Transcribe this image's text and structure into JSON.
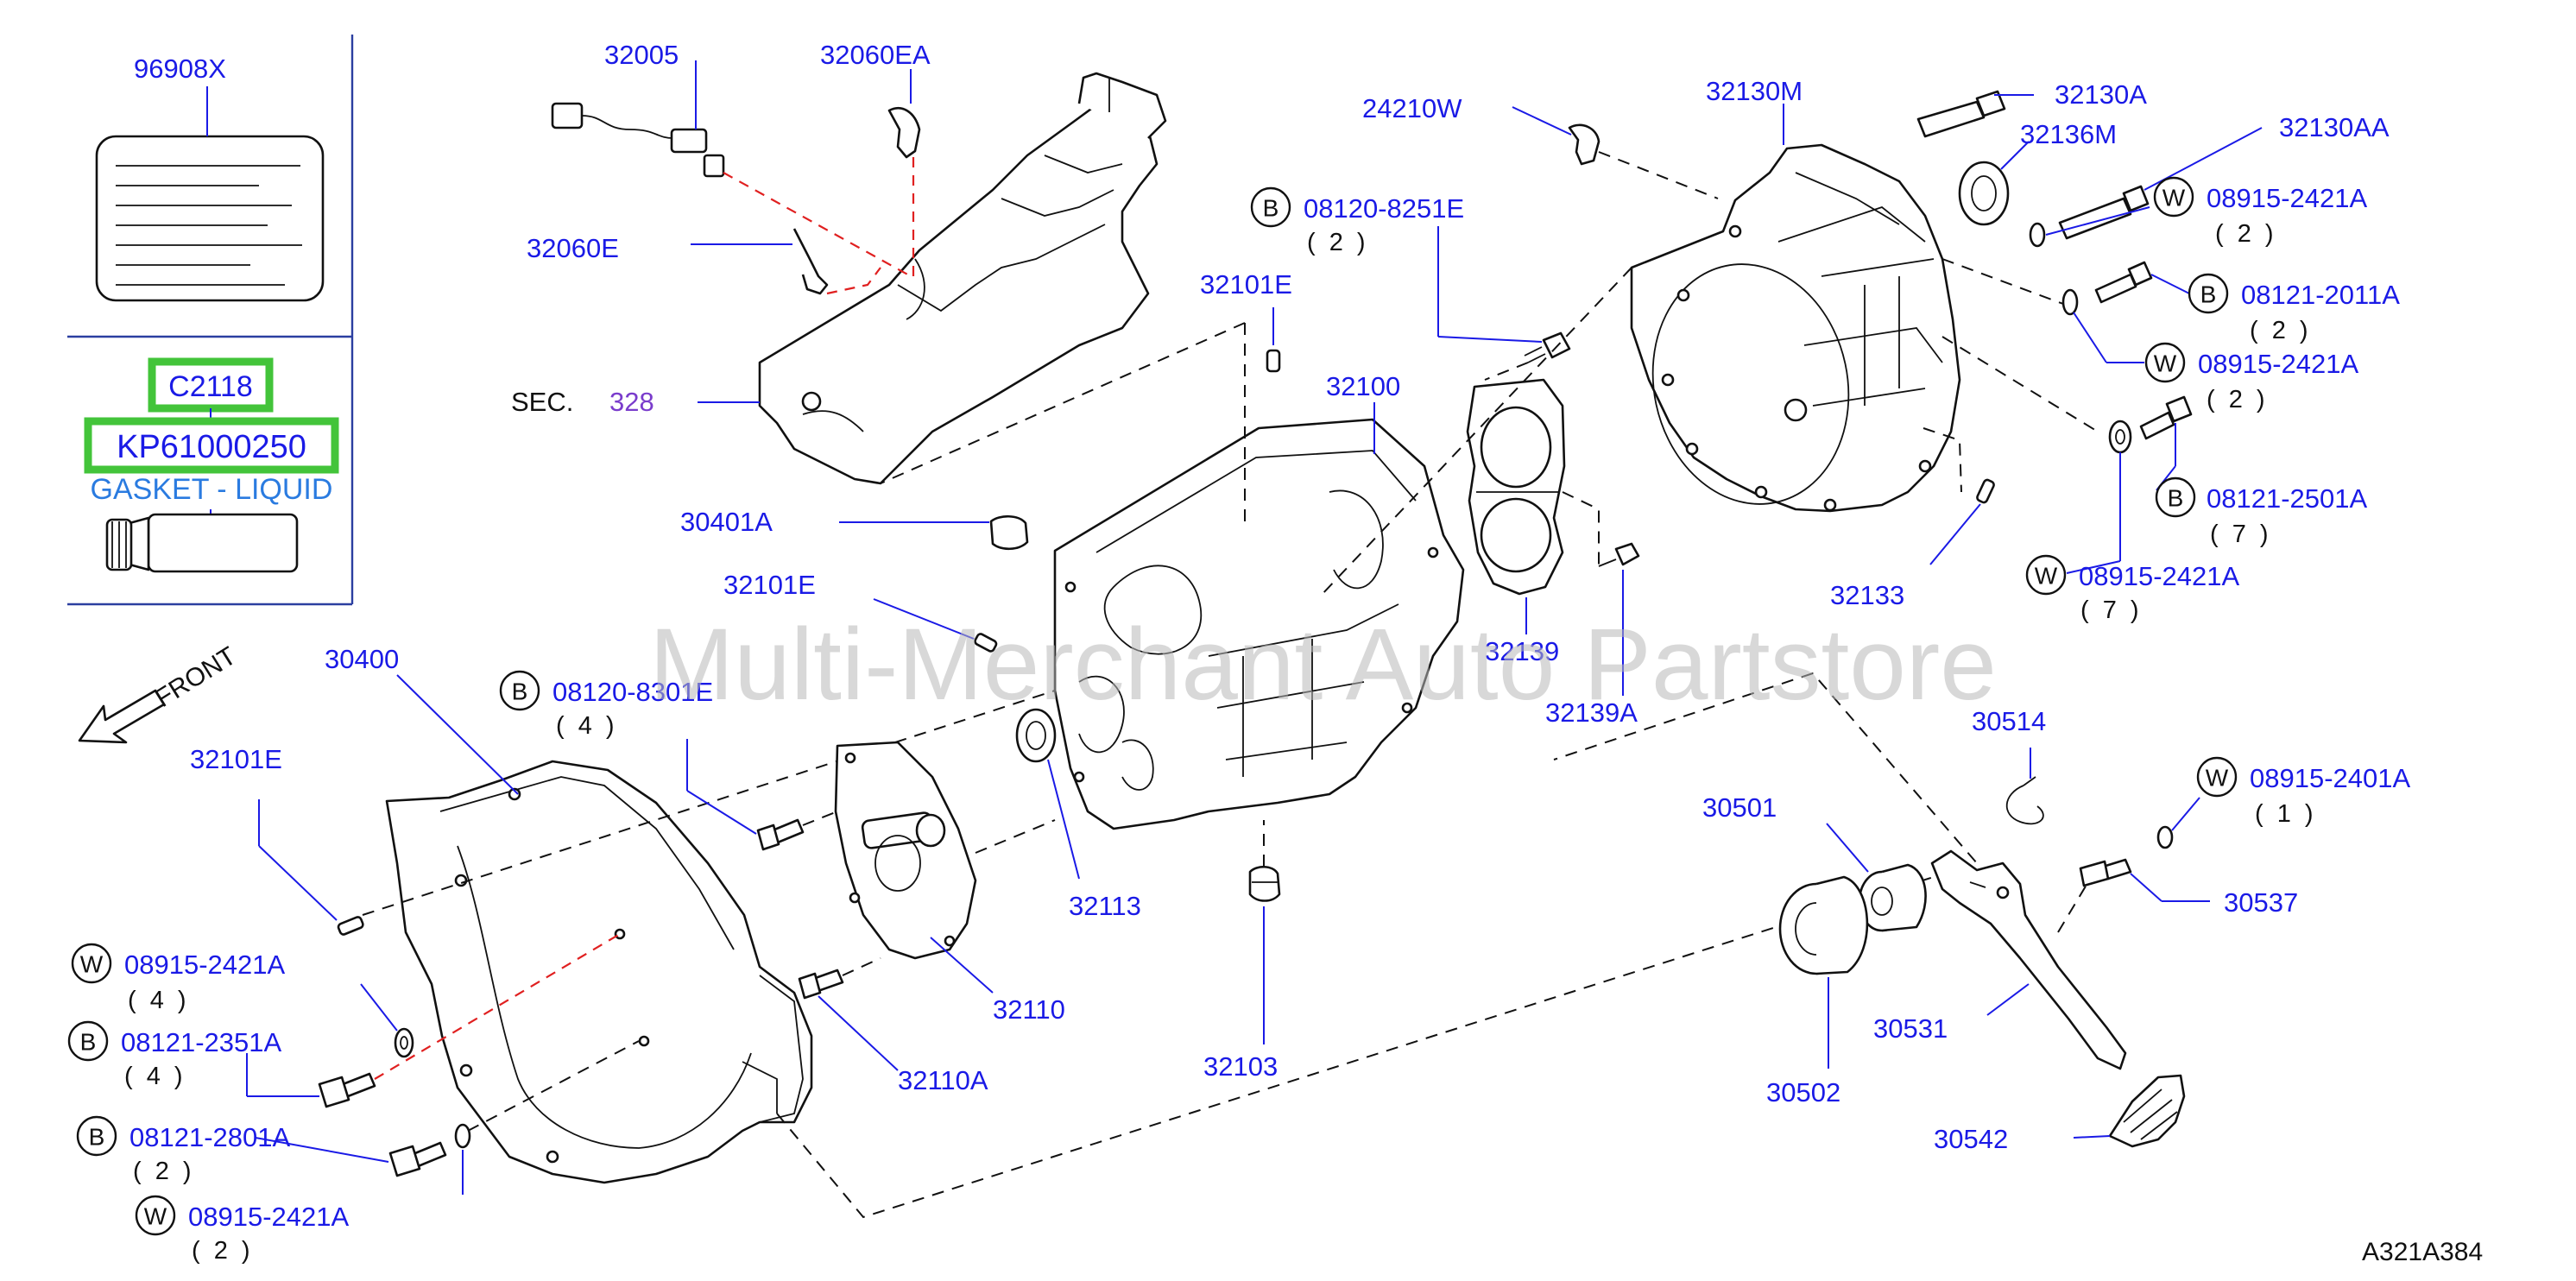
{
  "diagram": {
    "watermark": "Multi-Merchant Auto Partstore",
    "ref_code": "A321A384",
    "front_label": "FRONT",
    "sec_prefix": "SEC.",
    "sec_number": "328",
    "highlight": {
      "code_a": "C2118",
      "code_b": "KP61000250",
      "description": "GASKET - LIQUID"
    },
    "labels": {
      "p96908X": "96908X",
      "p32005": "32005",
      "p32060EA": "32060EA",
      "p32060E": "32060E",
      "p32101E_top": "32101E",
      "p08120_8251E": "08120-8251E",
      "q08120_8251E": "( 2 )",
      "p24210W": "24210W",
      "p32130M": "32130M",
      "p32130A": "32130A",
      "p32136M": "32136M",
      "p32130AA": "32130AA",
      "p08915_2421A_r1": "08915-2421A",
      "q08915_2421A_r1": "( 2 )",
      "p08121_2011A": "08121-2011A",
      "q08121_2011A": "( 2 )",
      "p08915_2421A_r2": "08915-2421A",
      "q08915_2421A_r2": "( 2 )",
      "p08121_2501A": "08121-2501A",
      "q08121_2501A": "( 7 )",
      "p08915_2421A_r3": "08915-2421A",
      "q08915_2421A_r3": "( 7 )",
      "p32133": "32133",
      "p32100": "32100",
      "p30401A": "30401A",
      "p32101E_mid": "32101E",
      "p32139": "32139",
      "p32139A": "32139A",
      "p30400": "30400",
      "p08120_8301E": "08120-8301E",
      "q08120_8301E": "( 4 )",
      "p32101E_left": "32101E",
      "p32113": "32113",
      "p32110": "32110",
      "p32110A": "32110A",
      "p32103": "32103",
      "p08915_2421A_l1": "08915-2421A",
      "q08915_2421A_l1": "( 4 )",
      "p08121_2351A": "08121-2351A",
      "q08121_2351A": "( 4 )",
      "p08121_2801A": "08121-2801A",
      "q08121_2801A": "( 2 )",
      "p08915_2421A_l2": "08915-2421A",
      "q08915_2421A_l2": "( 2 )",
      "p30514": "30514",
      "p08915_2401A": "08915-2401A",
      "q08915_2401A": "( 1 )",
      "p30501": "30501",
      "p30537": "30537",
      "p30531": "30531",
      "p30502": "30502",
      "p30542": "30542"
    },
    "marks": {
      "bolt": "B",
      "washer": "W"
    },
    "colors": {
      "label_blue": "#1a1ae6",
      "highlight_green": "#43c43a",
      "leader_red": "#e02020",
      "gasket_blue": "#2a7be0"
    }
  }
}
